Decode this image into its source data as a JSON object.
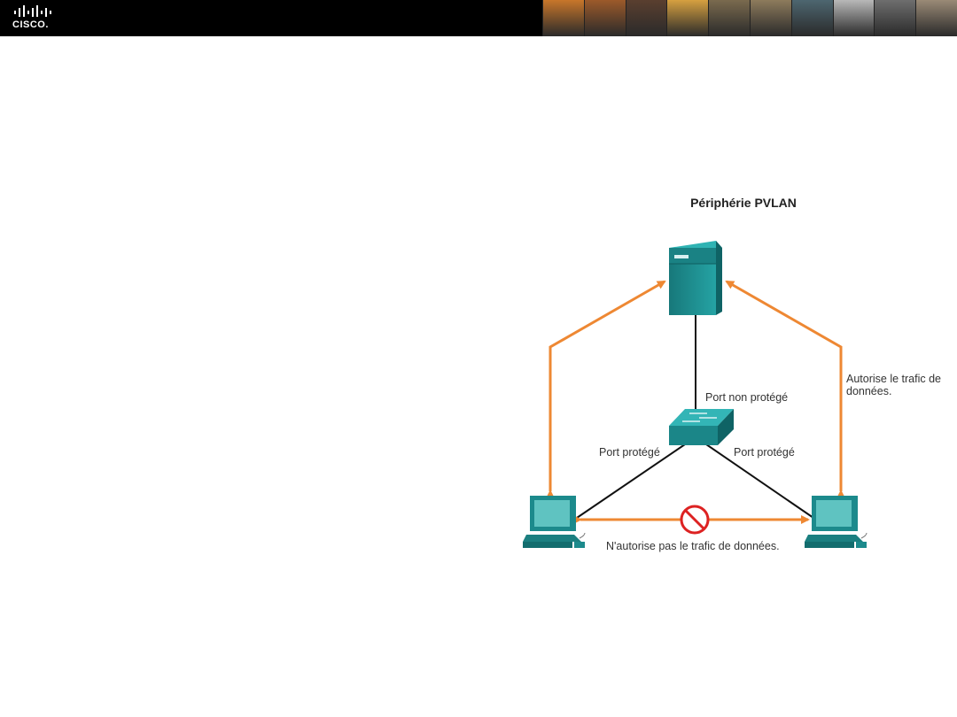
{
  "header": {
    "logo_text": "CISCO.",
    "brand_color": "#000000",
    "photo_colors": [
      "#c8762a",
      "#9c5a2a",
      "#5a3f2f",
      "#d6a040",
      "#7a6a4e",
      "#8d7b5c",
      "#4d6670",
      "#b8b8b8",
      "#6e6e6e",
      "#9a8a76"
    ]
  },
  "diagram": {
    "title": "Périphérie PVLAN",
    "labels": {
      "port_unprotected": "Port non protégé",
      "port_protected_left": "Port protégé",
      "port_protected_right": "Port protégé",
      "allows_line1": "Autorise le trafic de",
      "allows_line2": "données.",
      "denies": "N'autorise pas le trafic de données."
    },
    "colors": {
      "arrow": "#ee8833",
      "device": "#1d8a8c",
      "link": "#111111",
      "deny": "#dd2222"
    },
    "icons": {
      "server": "server-icon",
      "switch": "switch-icon",
      "pc_left": "computer-icon",
      "pc_right": "computer-icon",
      "deny": "no-entry-icon"
    }
  }
}
